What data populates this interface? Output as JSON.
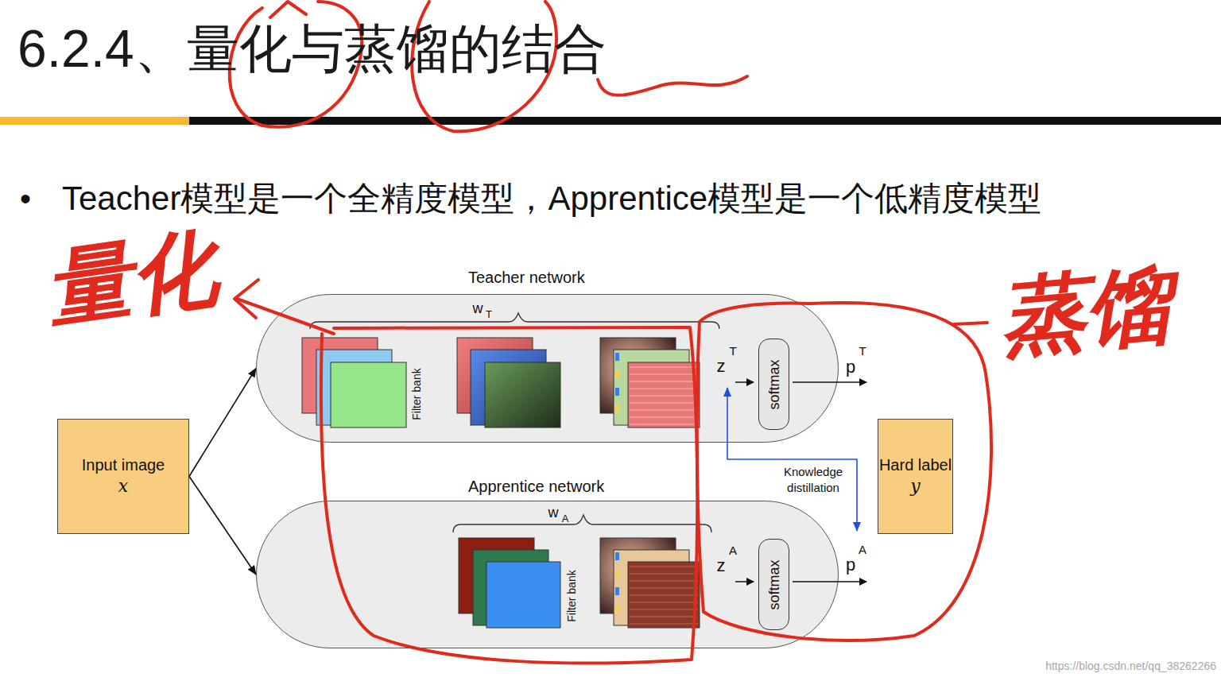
{
  "diagram": {
    "title": "6.2.4、量化与蒸馏的结合",
    "nodes": [
      {
        "text": [
          "Input image",
          "x"
        ]
      },
      {
        "text": [
          "Teacher network"
        ]
      },
      {
        "text": [
          "softmax"
        ],
        "in": 1
      },
      {
        "text": [
          "Apprentice network"
        ]
      },
      {
        "text": [
          "softmax"
        ],
        "in": 3
      },
      {
        "text": [
          "Hard label",
          "y"
        ]
      }
    ],
    "edges": [
      {
        "from": 0,
        "to": 1,
        "arrow": "to"
      },
      {
        "from": 0,
        "to": 3,
        "arrow": "to"
      },
      {
        "from": 1,
        "to": 3,
        "arrow": "both",
        "label": "Knowledge distillation"
      }
    ],
    "labels": [
      "•",
      "Teacher模型是一个全精度模型，Apprentice模型是一个低精度模型",
      "量化",
      "蒸馏",
      "w",
      "T",
      "Filter bank",
      "z",
      "T",
      "p",
      "T",
      "w",
      "A",
      "Filter bank",
      "z",
      "A",
      "p",
      "A",
      "https://blog.csdn.net/qq_38262266"
    ]
  }
}
